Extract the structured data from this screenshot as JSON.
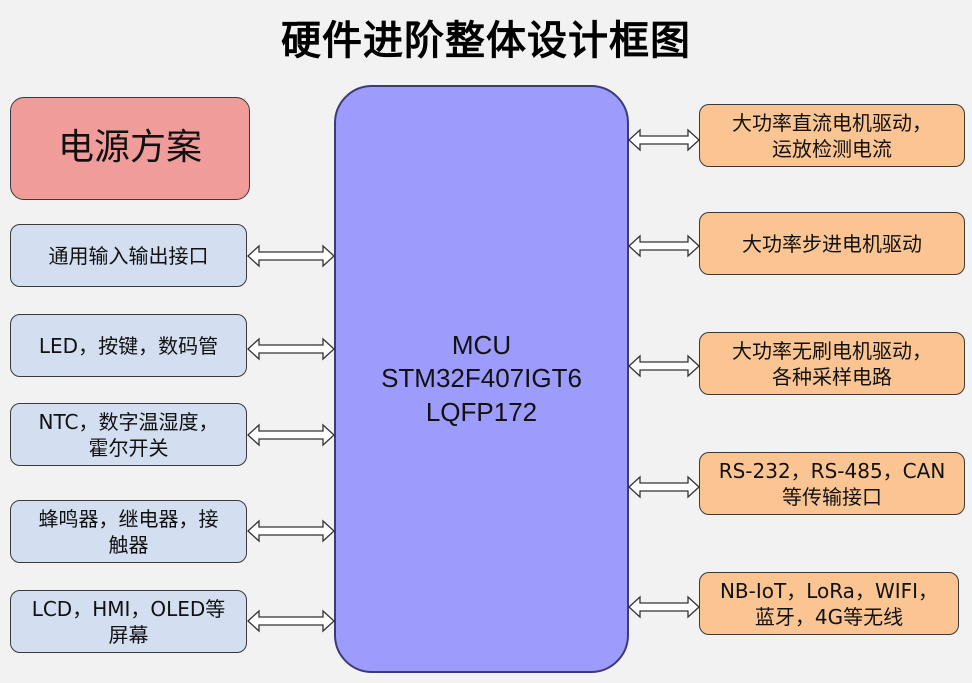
{
  "title": "硬件进阶整体设计框图",
  "power": {
    "label": "电源方案",
    "color": "#f09c9a"
  },
  "mcu": {
    "lines": [
      "MCU",
      "STM32F407IGT6",
      "LQFP172"
    ],
    "color": "#9d9bfb"
  },
  "left_blocks": [
    {
      "lines": [
        "通用输入输出接口"
      ]
    },
    {
      "lines": [
        "LED，按键，数码管"
      ]
    },
    {
      "lines": [
        "NTC，数字温湿度，",
        "霍尔开关"
      ]
    },
    {
      "lines": [
        "蜂鸣器，继电器，接",
        "触器"
      ]
    },
    {
      "lines": [
        "LCD，HMI，OLED等",
        "屏幕"
      ]
    }
  ],
  "right_blocks": [
    {
      "lines": [
        "大功率直流电机驱动，",
        "运放检测电流"
      ]
    },
    {
      "lines": [
        "大功率步进电机驱动"
      ]
    },
    {
      "lines": [
        "大功率无刷电机驱动，",
        "各种采样电路"
      ]
    },
    {
      "lines": [
        "RS-232，RS-485，CAN",
        "等传输接口"
      ]
    },
    {
      "lines": [
        "NB-IoT，LoRa，WIFI，",
        "蓝牙，4G等无线"
      ]
    }
  ],
  "colors": {
    "left_block": "#d3def0",
    "right_block": "#fbc593",
    "background": "#f2f2f2"
  },
  "connector": "bidirectional-arrow"
}
